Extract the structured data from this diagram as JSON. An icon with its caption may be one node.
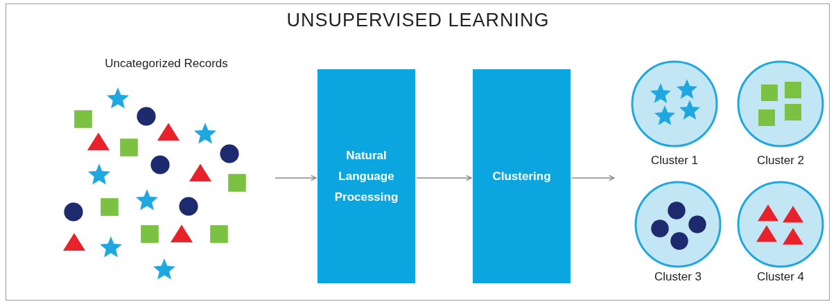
{
  "diagram": {
    "title": "UNSUPERVISED LEARNING",
    "nodes": [
      {
        "text": [
          "Uncategorized Records"
        ]
      },
      {
        "text": [
          "Natural Language Processing"
        ]
      },
      {
        "text": [
          "Clustering"
        ]
      },
      {
        "text": [
          "Cluster 1"
        ]
      },
      {
        "text": [
          "Cluster 2"
        ]
      },
      {
        "text": [
          "Cluster 3"
        ]
      },
      {
        "text": [
          "Cluster 4"
        ]
      }
    ],
    "edges": [
      {
        "from": 0,
        "to": 1,
        "arrow": "to"
      },
      {
        "from": 1,
        "to": 2,
        "arrow": "to"
      },
      {
        "from": 2,
        "to": null,
        "arrow": "to"
      }
    ]
  }
}
